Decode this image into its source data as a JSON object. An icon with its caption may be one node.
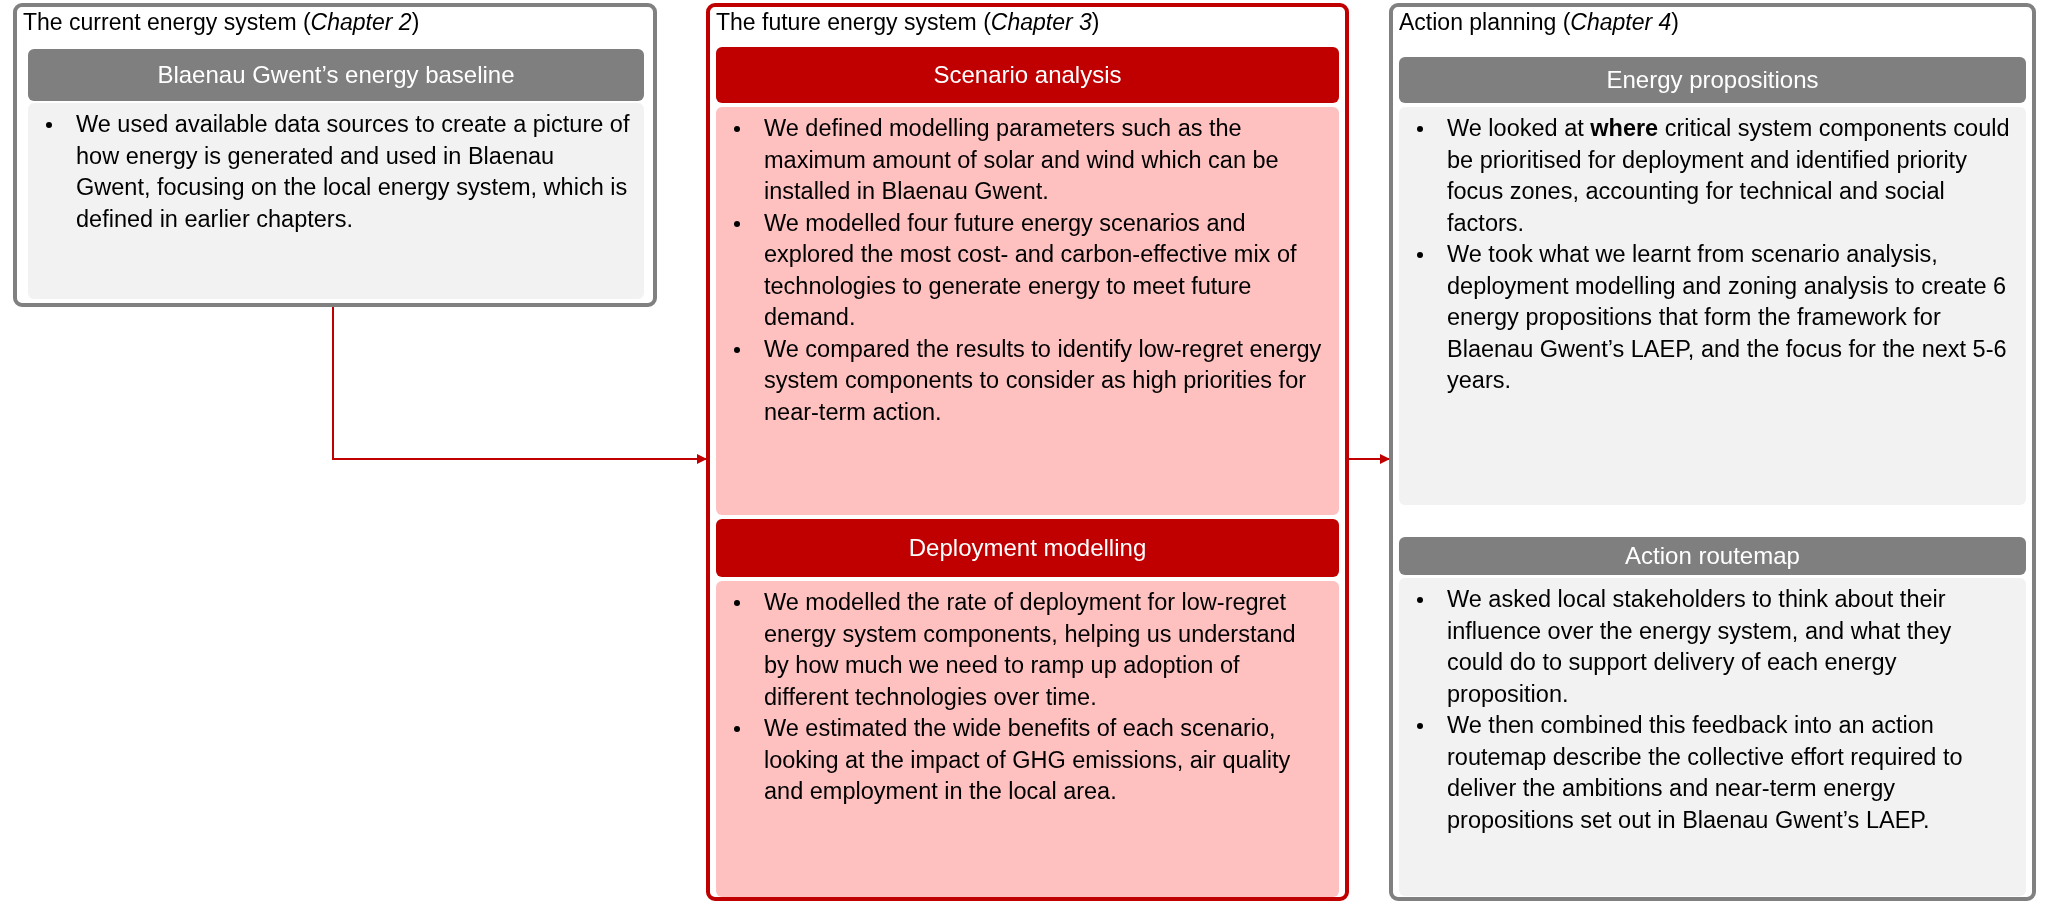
{
  "diagram": {
    "nodes": [
      {
        "text": [
          "The current energy system (*Chapter 2*)"
        ]
      },
      {
        "text": [
          "Blaenau Gwent’s energy baseline"
        ],
        "in": 0
      },
      {
        "text": [
          "We used available data sources to create a picture of how energy is generated and used in Blaenau Gwent, focusing on the local energy system, which is defined in earlier chapters."
        ],
        "in": 0
      },
      {
        "text": [
          "The future energy system (*Chapter 3*)"
        ]
      },
      {
        "text": [
          "Scenario analysis"
        ],
        "in": 3
      },
      {
        "text": [
          "We defined modelling parameters such as the maximum amount of solar and wind which can be installed in Blaenau Gwent.",
          "We modelled four future energy scenarios and explored the most cost- and carbon-effective mix of technologies to generate energy to meet future demand.",
          "We compared the results to identify low-regret energy system components to consider as high priorities for near-term action."
        ],
        "in": 3
      },
      {
        "text": [
          "Deployment modelling"
        ],
        "in": 3
      },
      {
        "text": [
          "We modelled the rate of deployment for low-regret energy system components, helping us understand by how much we need to ramp up adoption of different technologies over time.",
          "We estimated the wide benefits of each scenario, looking at the impact of GHG emissions, air quality and employment in the local area."
        ],
        "in": 3
      },
      {
        "text": [
          "Action planning (*Chapter 4*)"
        ]
      },
      {
        "text": [
          "Energy propositions"
        ],
        "in": 8
      },
      {
        "text": [
          "We looked at **where** critical system components could be prioritised for deployment and identified priority focus zones, accounting for technical and social factors.",
          "We took what we learnt from scenario analysis, deployment modelling and zoning analysis to create 6 energy propositions that form the framework for Blaenau Gwent’s LAEP, and the focus for the next 5-6 years."
        ],
        "in": 8
      },
      {
        "text": [
          "Action routemap"
        ],
        "in": 8
      },
      {
        "text": [
          "We asked local stakeholders to think about their influence over the energy system, and what they could do to support delivery of each energy proposition.",
          "We then combined this feedback into an action routemap describe the collective effort required to deliver the ambitions and near-term energy propositions set out in Blaenau Gwent’s LAEP."
        ],
        "in": 8
      }
    ],
    "edges": [
      {
        "from": 0,
        "to": 3,
        "arrow": "to"
      },
      {
        "from": 3,
        "to": 8,
        "arrow": "to"
      }
    ]
  }
}
